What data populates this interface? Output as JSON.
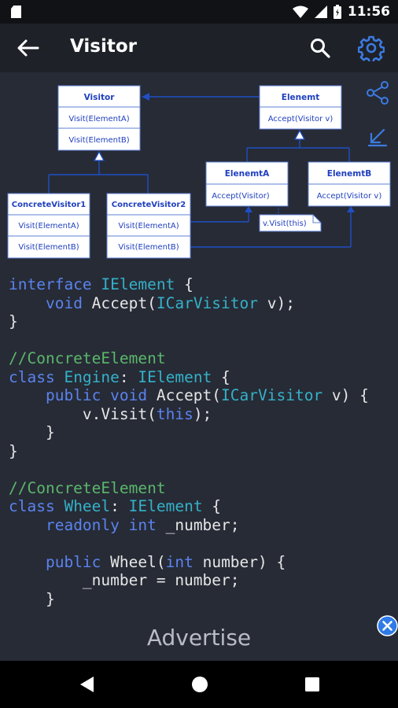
{
  "status_bar": {
    "time": "11:56"
  },
  "app_bar": {
    "title": "Visitor",
    "back_icon": "arrow-left-icon",
    "search_icon": "search-icon",
    "settings_icon": "gear-icon",
    "accent_color": "#3b7be0"
  },
  "diagram": {
    "visitor": {
      "title": "Visitor",
      "methods": [
        "Visit(ElementA)",
        "Visit(ElementB)"
      ]
    },
    "element": {
      "title": "Elenemt",
      "methods": [
        "Accept(Visitor v)"
      ]
    },
    "concrete_visitor_1": {
      "title": "ConcreteVisitor1",
      "methods": [
        "Visit(ElementA)",
        "Visit(ElementB)"
      ]
    },
    "concrete_visitor_2": {
      "title": "ConcreteVisitor2",
      "methods": [
        "Visit(ElementA)",
        "Visit(ElementB)"
      ]
    },
    "element_a": {
      "title": "ElenemtA",
      "methods": [
        "Accept(Visitor)"
      ]
    },
    "element_b": {
      "title": "ElenemtB",
      "methods": [
        "Accept(Visitor v)"
      ]
    },
    "note": "v.Visit(this)"
  },
  "side_tools": {
    "share_icon": "share-icon",
    "collapse_icon": "collapse-icon"
  },
  "code_lines": [
    [
      [
        "interface ",
        "kw"
      ],
      [
        "IElement",
        "ty"
      ],
      [
        " {",
        "pl"
      ]
    ],
    [
      [
        "    ",
        "pl"
      ],
      [
        "void",
        "kw"
      ],
      [
        " Accept(",
        "pl"
      ],
      [
        "ICarVisitor",
        "ty"
      ],
      [
        " v);",
        "pl"
      ]
    ],
    [
      [
        "}",
        "pl"
      ]
    ],
    [],
    [
      [
        "//ConcreteElement",
        "cm"
      ]
    ],
    [
      [
        "class ",
        "kw"
      ],
      [
        "Engine",
        "ty"
      ],
      [
        ": ",
        "pl"
      ],
      [
        "IElement",
        "ty"
      ],
      [
        " {",
        "pl"
      ]
    ],
    [
      [
        "    ",
        "pl"
      ],
      [
        "public void",
        "kw"
      ],
      [
        " Accept(",
        "pl"
      ],
      [
        "ICarVisitor",
        "ty"
      ],
      [
        " v) {",
        "pl"
      ]
    ],
    [
      [
        "        v.Visit(",
        "pl"
      ],
      [
        "this",
        "kw"
      ],
      [
        ");",
        "pl"
      ]
    ],
    [
      [
        "    }",
        "pl"
      ]
    ],
    [
      [
        "}",
        "pl"
      ]
    ],
    [],
    [
      [
        "//ConcreteElement",
        "cm"
      ]
    ],
    [
      [
        "class ",
        "kw"
      ],
      [
        "Wheel",
        "ty"
      ],
      [
        ": ",
        "pl"
      ],
      [
        "IElement",
        "ty"
      ],
      [
        " {",
        "pl"
      ]
    ],
    [
      [
        "    ",
        "pl"
      ],
      [
        "readonly int",
        "kw"
      ],
      [
        " _number;",
        "pl"
      ]
    ],
    [],
    [
      [
        "    ",
        "pl"
      ],
      [
        "public",
        "kw"
      ],
      [
        " Wheel(",
        "pl"
      ],
      [
        "int",
        "kw"
      ],
      [
        " number) {",
        "pl"
      ]
    ],
    [
      [
        "        _number = number;",
        "pl"
      ]
    ],
    [
      [
        "    }",
        "pl"
      ]
    ]
  ],
  "ad": {
    "label": "Advertise",
    "close_icon": "close-icon"
  },
  "nav_bar": {
    "back_icon": "triangle-back-icon",
    "home_icon": "circle-home-icon",
    "recents_icon": "square-recents-icon"
  }
}
